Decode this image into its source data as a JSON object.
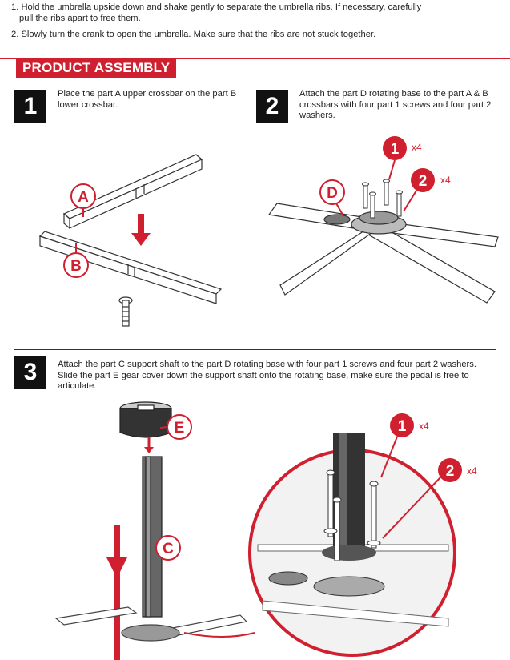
{
  "intro": {
    "line1a": "1. Hold the umbrella upside down and shake gently to separate the umbrella ribs. If necessary, carefully",
    "line1b": "pull the ribs apart to free them.",
    "line2": "2. Slowly turn the crank to open the umbrella. Make sure that the ribs are not stuck together."
  },
  "section_title": "PRODUCT ASSEMBLY",
  "steps": [
    {
      "number": "1",
      "text": "Place the part A upper crossbar on the part B lower crossbar."
    },
    {
      "number": "2",
      "text": "Attach the part D rotating base to the part A & B crossbars with four part 1 screws and four part 2 washers."
    },
    {
      "number": "3",
      "text": "Attach the part C support shaft to the part D rotating base with four part 1 screws and four part 2 washers. Slide the part E gear cover down the support shaft onto the rotating base, make sure the pedal is free to articulate."
    }
  ],
  "callouts": {
    "a": "A",
    "b": "B",
    "c": "C",
    "d": "D",
    "e": "E",
    "screw": "1",
    "washer": "2",
    "qty": "x4"
  },
  "colors": {
    "accent": "#d0202f",
    "dark": "#111111"
  }
}
